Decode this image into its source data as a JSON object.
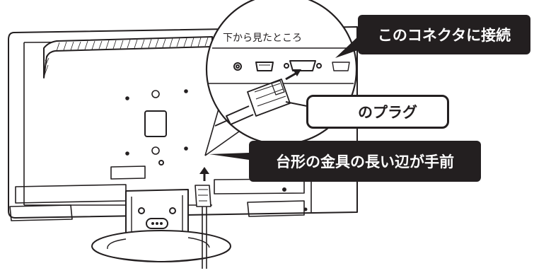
{
  "callouts": {
    "bottom_view": "下から見たところ",
    "connect_here": "このコネクタに接続",
    "plug": "のプラグ",
    "orientation": "台形の金具の長い辺が手前"
  },
  "icons": {
    "plug_symbol": "dvi-plug-icon"
  },
  "colors": {
    "ink": "#231f20",
    "background": "#ffffff",
    "callout_dark": "#231f20"
  }
}
